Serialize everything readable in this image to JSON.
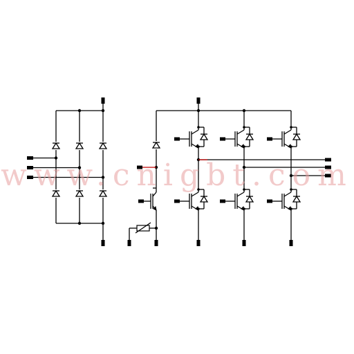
{
  "watermark": {
    "text": "www.cnigbt.com"
  },
  "colors": {
    "wire": "#000000",
    "highlight_wire": "#c00000",
    "watermark": "#e8a0a0",
    "background": "#ffffff"
  },
  "diagram": {
    "sections": [
      "three-phase-rectifier-bridge",
      "brake-chopper",
      "three-phase-igbt-inverter"
    ],
    "components": {
      "rectifier_diodes": 6,
      "chopper_diode": 1,
      "chopper_igbt": 1,
      "thermistor": 1,
      "inverter_igbts": 6
    }
  }
}
